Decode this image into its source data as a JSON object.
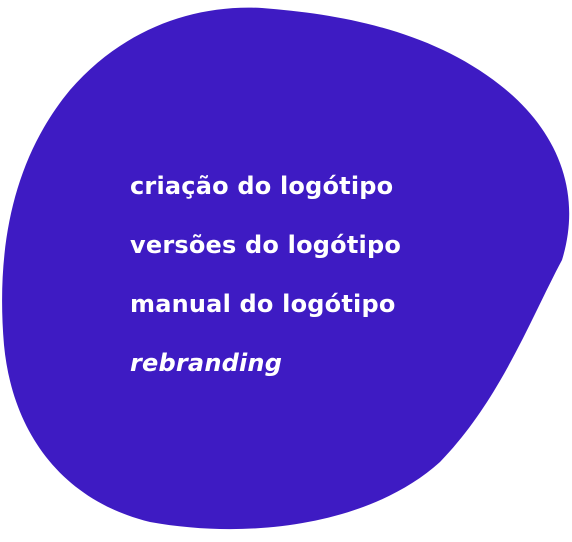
{
  "colors": {
    "blob_fill": "#3e1bc3",
    "text": "#ffffff"
  },
  "menu": {
    "items": [
      {
        "label": "criação do logótipo"
      },
      {
        "label": "versões do logótipo"
      },
      {
        "label": "manual do logótipo"
      },
      {
        "label": "rebranding"
      }
    ]
  }
}
